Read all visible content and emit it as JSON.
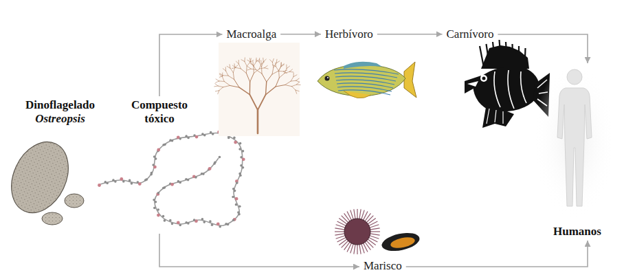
{
  "diagram": {
    "nodes": [
      {
        "text": [
          "Dinoflagelado",
          "Ostreopsis"
        ]
      },
      {
        "text": [
          "Compuesto tóxico"
        ]
      },
      {
        "text": [
          "Macroalga"
        ]
      },
      {
        "text": [
          "Herbívoro"
        ]
      },
      {
        "text": [
          "Carnívoro"
        ]
      },
      {
        "text": [
          "Marisco"
        ]
      },
      {
        "text": [
          "Humanos"
        ]
      }
    ],
    "edges": [
      {
        "from": 1,
        "to": 2,
        "arrow": "to"
      },
      {
        "from": 2,
        "to": 3,
        "arrow": "to"
      },
      {
        "from": 3,
        "to": 4,
        "arrow": "to"
      },
      {
        "from": 4,
        "to": 6,
        "arrow": "to"
      },
      {
        "from": 1,
        "to": 5,
        "arrow": "to"
      },
      {
        "from": 5,
        "to": 6,
        "arrow": "to"
      }
    ]
  }
}
